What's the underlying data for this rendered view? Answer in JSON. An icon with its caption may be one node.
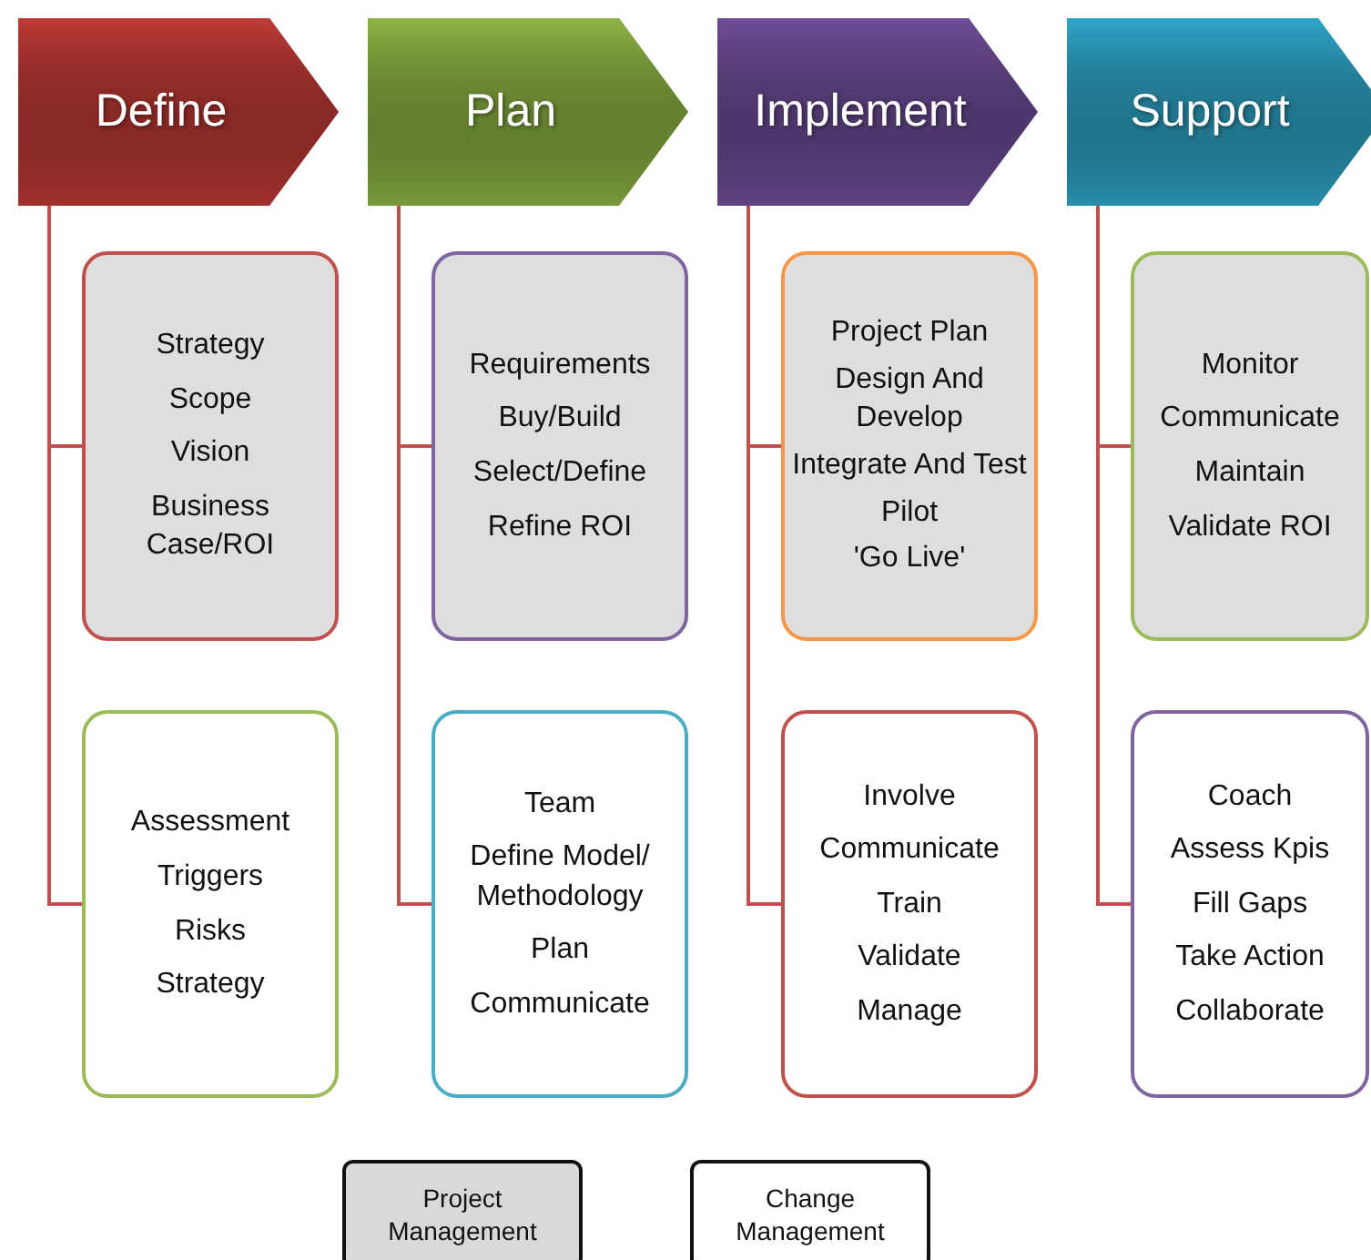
{
  "diagram": {
    "nodes": [
      {
        "text": [
          "Define"
        ]
      },
      {
        "text": [
          "Strategy",
          "Scope",
          "Vision",
          "Business Case/ROI"
        ]
      },
      {
        "text": [
          "Assessment",
          "Triggers",
          "Risks",
          "Strategy"
        ]
      },
      {
        "text": [
          "Plan"
        ]
      },
      {
        "text": [
          "Requirements",
          "Buy/Build",
          "Select/Define",
          "Refine ROI"
        ]
      },
      {
        "text": [
          "Team",
          "Define Model/ Methodology",
          "Plan",
          "Communicate"
        ]
      },
      {
        "text": [
          "Implement"
        ]
      },
      {
        "text": [
          "Project Plan",
          "Design And Develop",
          "Integrate And Test",
          "Pilot",
          "'Go Live'"
        ]
      },
      {
        "text": [
          "Involve",
          "Communicate",
          "Train",
          "Validate",
          "Manage"
        ]
      },
      {
        "text": [
          "Support"
        ]
      },
      {
        "text": [
          "Monitor",
          "Communicate",
          "Maintain",
          "Validate ROI"
        ]
      },
      {
        "text": [
          "Coach",
          "Assess Kpis",
          "Fill Gaps",
          "Take Action",
          "Collaborate"
        ]
      }
    ],
    "edges": [
      {
        "from": 0,
        "to": 1,
        "arrow": "none"
      },
      {
        "from": 0,
        "to": 2,
        "arrow": "none"
      },
      {
        "from": 3,
        "to": 4,
        "arrow": "none"
      },
      {
        "from": 3,
        "to": 5,
        "arrow": "none"
      },
      {
        "from": 6,
        "to": 7,
        "arrow": "none"
      },
      {
        "from": 6,
        "to": 8,
        "arrow": "none"
      },
      {
        "from": 9,
        "to": 10,
        "arrow": "none"
      },
      {
        "from": 9,
        "to": 11,
        "arrow": "none"
      }
    ],
    "legend": [
      {
        "text": "Project Management",
        "color": "#d9d9d9"
      },
      {
        "text": "Change Management",
        "color": "#ffffff"
      }
    ]
  }
}
